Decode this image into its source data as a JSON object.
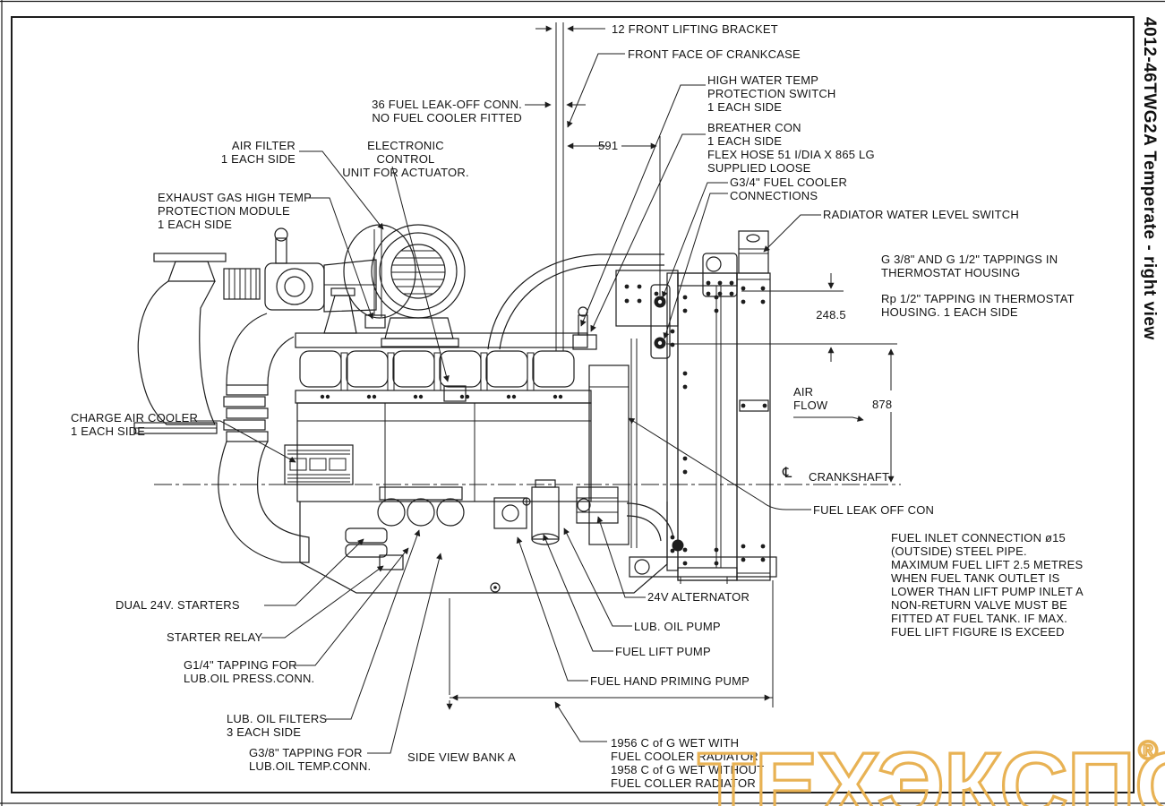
{
  "page": {
    "side_title": "4012-46TWG2A Temperate - right view",
    "watermark": {
      "text": "ТЕХЭКСПО",
      "registered_mark": "®",
      "color": "#E8B254"
    }
  },
  "symbols": {
    "centerline": "℄"
  },
  "dimensions": {
    "front_face_to_fan": "591",
    "radiator_top_to_fuel_connection": "248.5",
    "fuel_connection_to_crankshaft": "878"
  },
  "callouts": {
    "front_lifting_bracket": {
      "lines": [
        "12 FRONT LIFTING BRACKET"
      ]
    },
    "front_face_crankcase": {
      "lines": [
        "FRONT FACE OF CRANKCASE"
      ]
    },
    "fuel_leak_off_conn_36": {
      "lines": [
        "36 FUEL LEAK-OFF CONN.",
        "NO FUEL COOLER FITTED"
      ]
    },
    "air_filter": {
      "lines": [
        "AIR FILTER",
        "1 EACH SIDE"
      ]
    },
    "electronic_control_unit": {
      "lines": [
        "ELECTRONIC CONTROL",
        "UNIT FOR ACTUATOR."
      ]
    },
    "exhaust_gas_module": {
      "lines": [
        "EXHAUST GAS HIGH TEMP",
        "PROTECTION MODULE",
        "1 EACH SIDE"
      ]
    },
    "high_water_temp": {
      "lines": [
        "HIGH WATER TEMP",
        "PROTECTION SWITCH",
        "1 EACH SIDE"
      ]
    },
    "breather": {
      "lines": [
        "BREATHER CON",
        "1 EACH SIDE",
        "FLEX HOSE 51 I/DIA X 865 LG",
        "SUPPLIED LOOSE"
      ]
    },
    "fuel_cooler_connections": {
      "lines": [
        "G3/4\" FUEL COOLER",
        "CONNECTIONS"
      ]
    },
    "radiator_water_level_switch": {
      "lines": [
        "RADIATOR WATER LEVEL SWITCH"
      ]
    },
    "thermostat_tappings": {
      "lines": [
        "G 3/8\" AND G 1/2\" TAPPINGS IN",
        "THERMOSTAT HOUSING"
      ]
    },
    "rp_tapping": {
      "lines": [
        "Rp 1/2\" TAPPING IN THERMOSTAT",
        "HOUSING. 1 EACH SIDE"
      ]
    },
    "air_flow": {
      "lines": [
        "AIR",
        "FLOW"
      ]
    },
    "crankshaft": {
      "lines": [
        "CRANKSHAFT"
      ]
    },
    "fuel_leak_off_con": {
      "lines": [
        "FUEL LEAK OFF CON"
      ]
    },
    "fuel_inlet_note": {
      "lines": [
        "FUEL INLET CONNECTION ø15",
        "(OUTSIDE) STEEL PIPE.",
        "MAXIMUM FUEL LIFT 2.5 METRES",
        "WHEN FUEL TANK OUTLET IS",
        "LOWER THAN LIFT PUMP INLET A",
        "NON-RETURN VALVE MUST BE",
        "FITTED AT FUEL TANK. IF MAX.",
        "FUEL LIFT FIGURE IS EXCEED"
      ]
    },
    "charge_air_cooler": {
      "lines": [
        "CHARGE AIR COOLER",
        "1 EACH SIDE"
      ]
    },
    "dual_starters": {
      "lines": [
        "DUAL 24V. STARTERS"
      ]
    },
    "starter_relay": {
      "lines": [
        "STARTER RELAY"
      ]
    },
    "g14_tapping": {
      "lines": [
        "G1/4\" TAPPING FOR",
        "LUB.OIL PRESS.CONN."
      ]
    },
    "lub_oil_filters": {
      "lines": [
        "LUB. OIL FILTERS",
        "3 EACH SIDE"
      ]
    },
    "g38_tapping": {
      "lines": [
        "G3/8\" TAPPING FOR",
        "LUB.OIL TEMP.CONN."
      ]
    },
    "side_view": {
      "lines": [
        "SIDE VIEW BANK A"
      ]
    },
    "alternator": {
      "lines": [
        "24V ALTERNATOR"
      ]
    },
    "lub_oil_pump": {
      "lines": [
        "LUB. OIL PUMP"
      ]
    },
    "fuel_lift_pump": {
      "lines": [
        "FUEL LIFT PUMP"
      ]
    },
    "fuel_hand_priming_pump": {
      "lines": [
        "FUEL HAND PRIMING PUMP"
      ]
    },
    "cog_note": {
      "lines": [
        "1956 C of G WET WITH",
        "FUEL COOLER RADIATOR",
        "1958 C of G WET WITHOUT",
        "FUEL COLLER RADIATOR"
      ]
    }
  }
}
